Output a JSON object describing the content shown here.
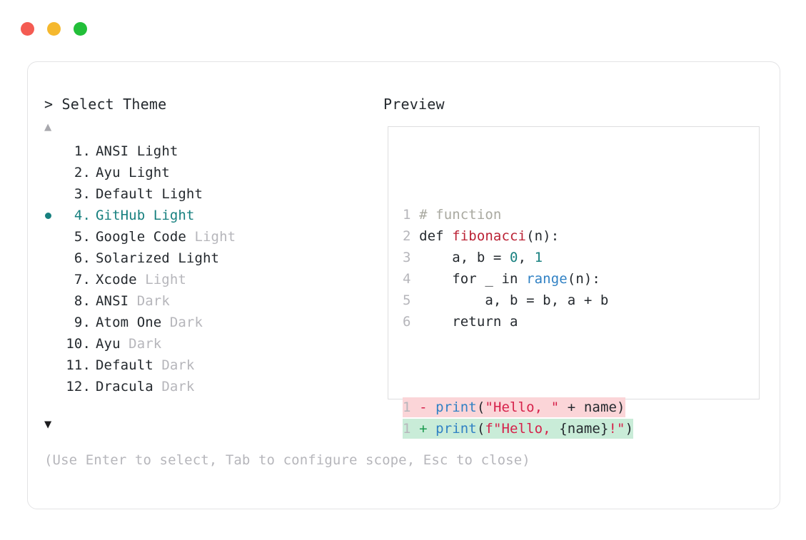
{
  "window": {
    "traffic_lights": [
      {
        "name": "close-button",
        "color": "#f45b52"
      },
      {
        "name": "minimize-button",
        "color": "#f5b82e"
      },
      {
        "name": "maximize-button",
        "color": "#22bf39"
      }
    ]
  },
  "selector": {
    "prompt_marker": ">",
    "prompt": "> Select Theme",
    "preview_header": "Preview",
    "scroll_up_icon": "▲",
    "scroll_down_icon": "▼",
    "selected_index": 4,
    "selected_bullet": "●",
    "accent_color": "#17807f",
    "items": [
      {
        "index": "1.",
        "name": "ANSI",
        "variant": "Light",
        "variant_muted": false,
        "selected": false
      },
      {
        "index": "2.",
        "name": "Ayu",
        "variant": "Light",
        "variant_muted": false,
        "selected": false
      },
      {
        "index": "3.",
        "name": "Default",
        "variant": "Light",
        "variant_muted": false,
        "selected": false
      },
      {
        "index": "4.",
        "name": "GitHub",
        "variant": "Light",
        "variant_muted": false,
        "selected": true
      },
      {
        "index": "5.",
        "name": "Google Code",
        "variant": "Light",
        "variant_muted": true,
        "selected": false
      },
      {
        "index": "6.",
        "name": "Solarized",
        "variant": "Light",
        "variant_muted": false,
        "selected": false
      },
      {
        "index": "7.",
        "name": "Xcode",
        "variant": "Light",
        "variant_muted": true,
        "selected": false
      },
      {
        "index": "8.",
        "name": "ANSI",
        "variant": "Dark",
        "variant_muted": true,
        "selected": false
      },
      {
        "index": "9.",
        "name": "Atom One",
        "variant": "Dark",
        "variant_muted": true,
        "selected": false
      },
      {
        "index": "10.",
        "name": "Ayu",
        "variant": "Dark",
        "variant_muted": true,
        "selected": false
      },
      {
        "index": "11.",
        "name": "Default",
        "variant": "Dark",
        "variant_muted": true,
        "selected": false
      },
      {
        "index": "12.",
        "name": "Dracula",
        "variant": "Dark",
        "variant_muted": true,
        "selected": false
      }
    ]
  },
  "preview": {
    "code_lines": [
      {
        "num": "1",
        "tokens": [
          {
            "t": "# function",
            "c": "comment"
          }
        ]
      },
      {
        "num": "2",
        "tokens": [
          {
            "t": "def ",
            "c": "kw"
          },
          {
            "t": "fibonacci",
            "c": "fn"
          },
          {
            "t": "(n):",
            "c": "plain"
          }
        ]
      },
      {
        "num": "3",
        "tokens": [
          {
            "t": "    a, b = ",
            "c": "plain"
          },
          {
            "t": "0",
            "c": "num"
          },
          {
            "t": ", ",
            "c": "plain"
          },
          {
            "t": "1",
            "c": "num"
          }
        ]
      },
      {
        "num": "4",
        "tokens": [
          {
            "t": "    for _ in ",
            "c": "plain"
          },
          {
            "t": "range",
            "c": "builtin"
          },
          {
            "t": "(n):",
            "c": "plain"
          }
        ]
      },
      {
        "num": "5",
        "tokens": [
          {
            "t": "        a, b = b, a + b",
            "c": "plain"
          }
        ]
      },
      {
        "num": "6",
        "tokens": [
          {
            "t": "    return a",
            "c": "plain"
          }
        ]
      }
    ],
    "diff_lines": [
      {
        "num": "1",
        "sign": "-",
        "kind": "del",
        "bg": "#fbd5d8",
        "tokens": [
          {
            "t": "print",
            "c": "builtin"
          },
          {
            "t": "(",
            "c": "plain"
          },
          {
            "t": "\"Hello, \"",
            "c": "str"
          },
          {
            "t": " + name)",
            "c": "plain"
          }
        ]
      },
      {
        "num": "1",
        "sign": "+",
        "kind": "add",
        "bg": "#c9ecd8",
        "tokens": [
          {
            "t": "print",
            "c": "builtin"
          },
          {
            "t": "(",
            "c": "plain"
          },
          {
            "t": "f\"Hello, ",
            "c": "str"
          },
          {
            "t": "{name}",
            "c": "plain"
          },
          {
            "t": "!\"",
            "c": "str"
          },
          {
            "t": ")",
            "c": "plain"
          }
        ]
      }
    ]
  },
  "footer": {
    "hint": "(Use Enter to select, Tab to configure scope, Esc to close)"
  }
}
